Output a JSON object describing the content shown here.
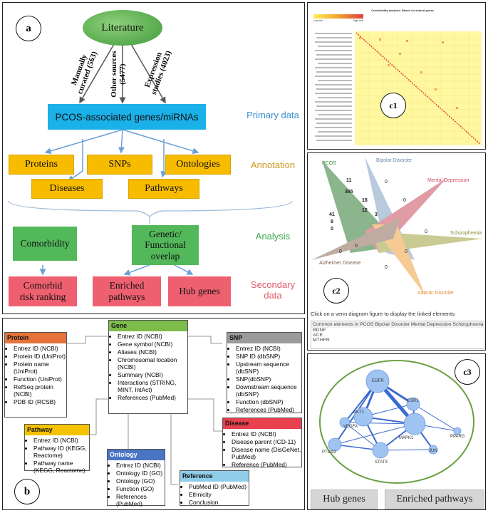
{
  "panel_a": {
    "label": "a",
    "literature": "Literature",
    "sources": [
      "Manually curated (563)",
      "Other sources (5477)",
      "Expression studies (4023)"
    ],
    "sources_l1": [
      "Manually",
      "Other sources",
      "Expression"
    ],
    "sources_l2": [
      "curated (563)",
      "(5477)",
      "studies (4023)"
    ],
    "genes_box": "PCOS-associated genes/miRNAs",
    "primary_label": "Primary data",
    "annotation_label": "Annotation",
    "analysis_label": "Analysis",
    "secondary_label_l1": "Secondary",
    "secondary_label_l2": "data",
    "annotations": [
      "Proteins",
      "SNPs",
      "Ontologies",
      "Diseases",
      "Pathways"
    ],
    "analysis": [
      "Comorbidity",
      "Genetic/ Functional overlap"
    ],
    "analysis_l1": "Genetic/",
    "analysis_l2": "Functional",
    "analysis_l3": "overlap",
    "outputs_l1": [
      "Comorbid",
      "Enriched",
      "Hub genes"
    ],
    "outputs_l2": [
      "risk ranking",
      "pathways",
      ""
    ]
  },
  "panel_b": {
    "label": "b",
    "gene": {
      "title": "Gene",
      "items": [
        "Entrez ID (NCBI)",
        "Gene symbol (NCBI)",
        "Aliases (NCBI)",
        "Chromosomal location (NCBI)",
        "Summary (NCBI)",
        "Interactions (STRING, MINT, IntAct)",
        "References (PubMed)"
      ]
    },
    "protein": {
      "title": "Protein",
      "items": [
        "Entrez ID (NCBI)",
        "Protein ID (UniProt)",
        "Protein name (UniProt)",
        "Function (UniProt)",
        "RefSeq protein (NCBI)",
        "PDB ID (RCSB)"
      ]
    },
    "snp": {
      "title": "SNP",
      "items": [
        "Entrez ID (NCBI)",
        "SNP ID (dbSNP)",
        "Upstream sequence (dbSNP)",
        "SNP(dbSNP)",
        "Downstream sequence (dbSNP)",
        "Function (dbSNP)",
        "References (PubMed)"
      ]
    },
    "pathway": {
      "title": "Pathway",
      "items": [
        "Entrez ID (NCBI)",
        "Pathway ID (KEGG, Reactome)",
        "Pathway name (KEGG, Reactome)"
      ]
    },
    "disease": {
      "title": "Disease",
      "items": [
        "Entrez ID (NCBI)",
        "Disease parent (ICD-11)",
        "Disease name (DisGeNet, PubMed)",
        "Reference (PubMed)"
      ]
    },
    "ontology": {
      "title": "Ontology",
      "items": [
        "Entrez ID (NCBI)",
        "Ontology ID (GO)",
        "Ontology (GO)",
        "Function (GO)",
        "References (PubMed)"
      ]
    },
    "reference": {
      "title": "Reference",
      "items": [
        "PubMed ID (PubMed)",
        "Ethnicity",
        "Conclusion"
      ]
    },
    "colors": {
      "gene": "#7dbb4a",
      "protein": "#e5733a",
      "snp": "#9a9a9a",
      "pathway": "#f5c200",
      "disease": "#e8404f",
      "ontology": "#4a74c4",
      "reference": "#8fcde8"
    }
  },
  "panel_c1": {
    "label": "c1",
    "title": "Comorbidity analysis: Based on shared genes",
    "legend_low": "Low risk",
    "legend_high": "High risk"
  },
  "panel_c2": {
    "label": "c2",
    "sets": [
      "PCOS",
      "Bipolar Disorder",
      "Mental Depression",
      "Schizophrenia",
      "Autistic Disorder",
      "Alzheimer Disease"
    ],
    "numbers": [
      "11",
      "365",
      "18",
      "12",
      "3",
      "41",
      "8",
      "0"
    ],
    "instruction": "Click on a venn diagram figure to display the linked elements:",
    "table_header": "Common elements in PCOS Bipolar Disorder Mental Depression Schizophrenia",
    "table_rows": [
      "BDNF",
      "ACE",
      "MTHFR"
    ]
  },
  "panel_c3": {
    "label": "c3",
    "nodes": [
      "EGFR",
      "AKT1",
      "ESR1",
      "VEGFA",
      "MAPK1",
      "PPARG",
      "PTGS2",
      "JUN",
      "STAT3"
    ],
    "buttons": [
      "Hub genes",
      "Enriched pathways"
    ]
  }
}
